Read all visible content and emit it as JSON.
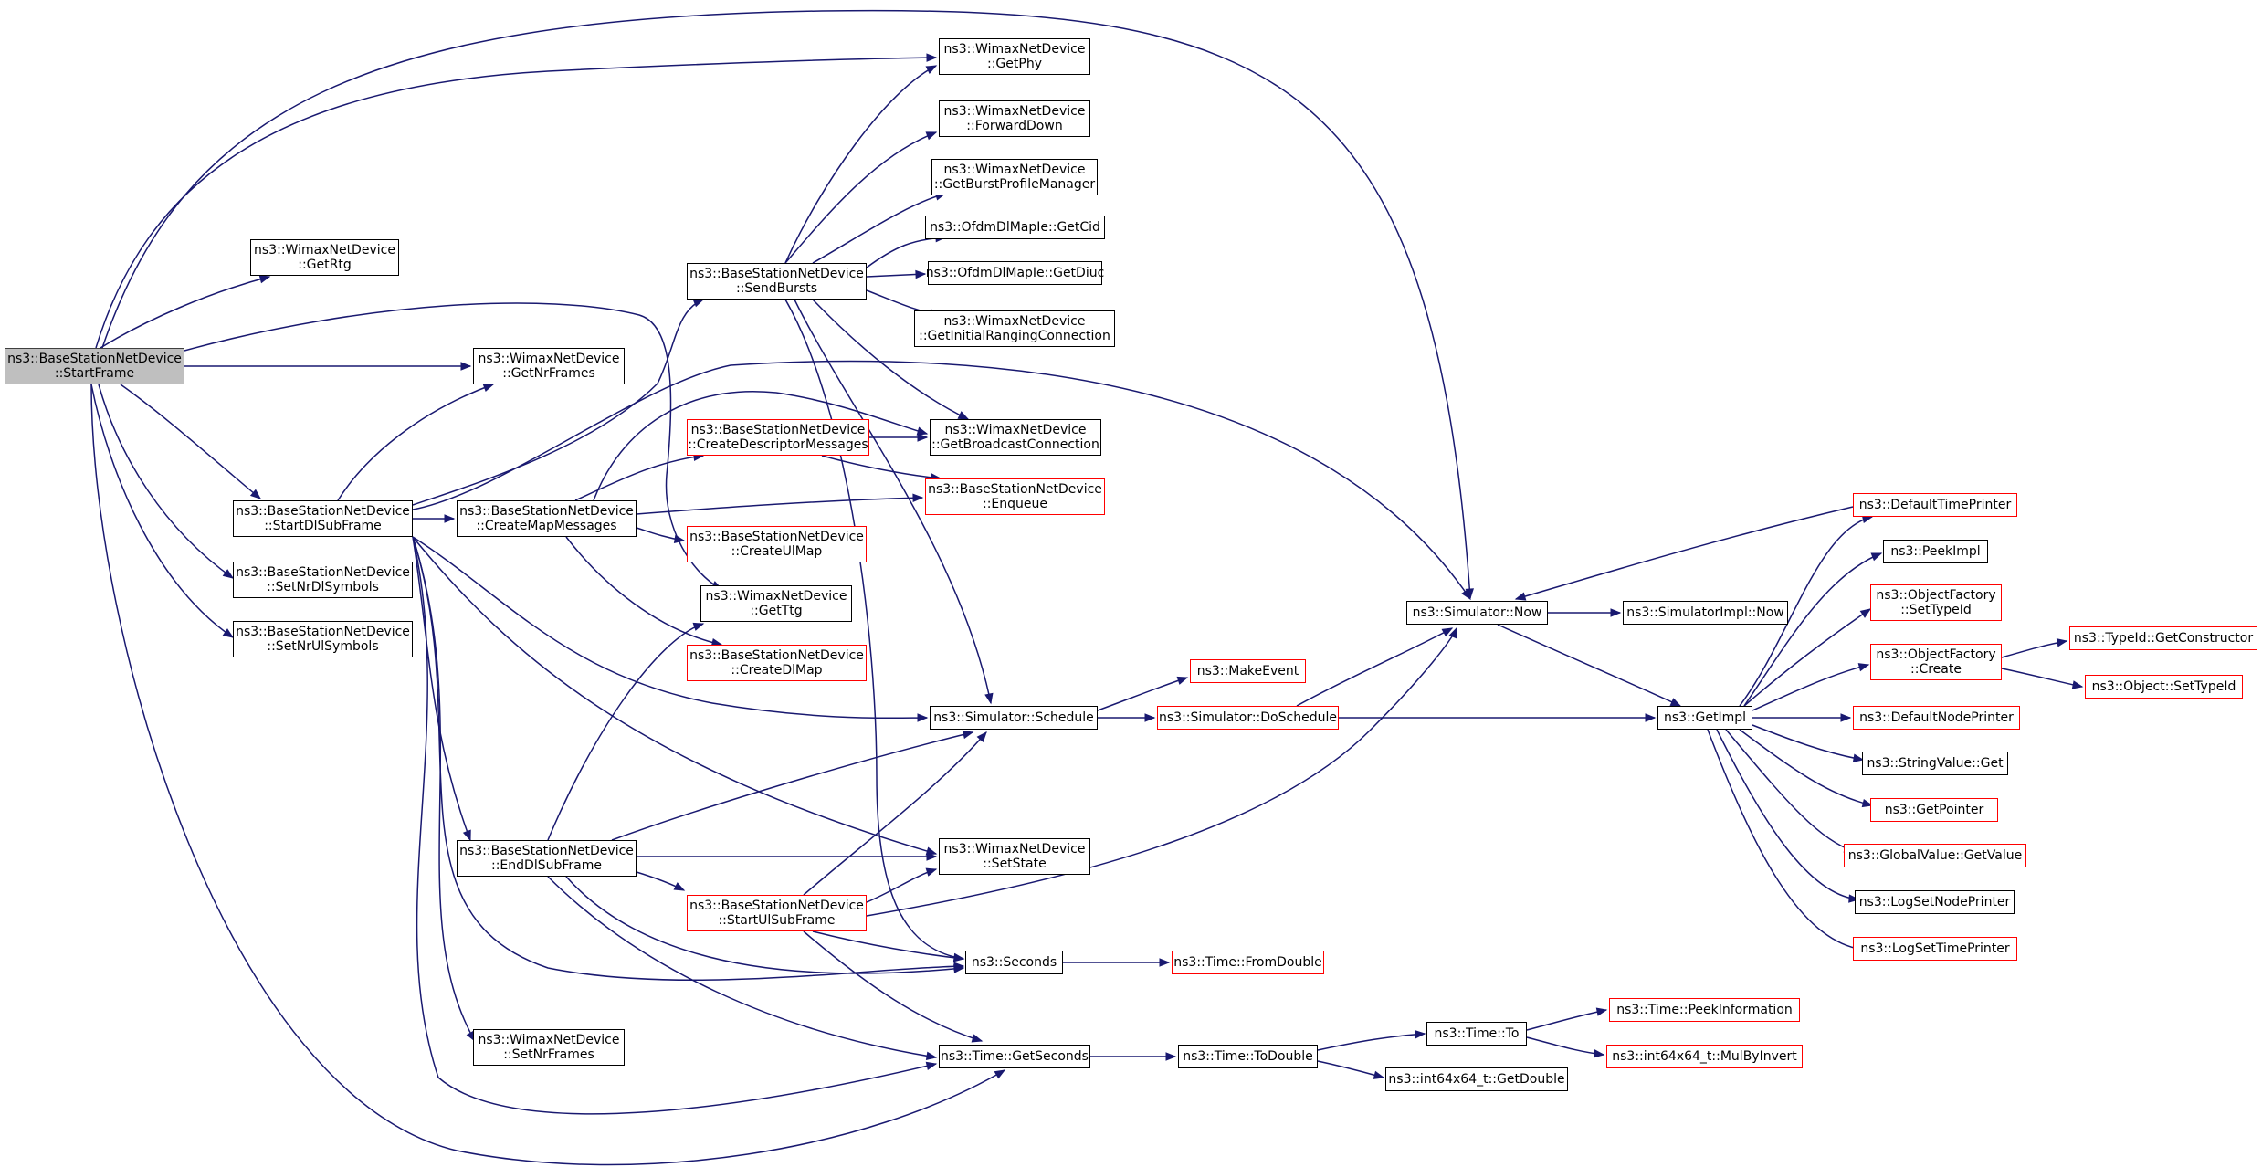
{
  "graph": {
    "edge_color": "#191970",
    "box_border": "#000000",
    "box_border_truncated": "#ff0000",
    "root_fill": "#bfbfbf",
    "nodes": [
      {
        "id": "startframe",
        "lines": [
          "ns3::BaseStationNetDevice",
          "::StartFrame"
        ],
        "style": "root"
      },
      {
        "id": "getrtg",
        "lines": [
          "ns3::WimaxNetDevice",
          "::GetRtg"
        ],
        "style": "normal"
      },
      {
        "id": "getnrframes",
        "lines": [
          "ns3::WimaxNetDevice",
          "::GetNrFrames"
        ],
        "style": "normal"
      },
      {
        "id": "startdl",
        "lines": [
          "ns3::BaseStationNetDevice",
          "::StartDlSubFrame"
        ],
        "style": "normal"
      },
      {
        "id": "setnrdl",
        "lines": [
          "ns3::BaseStationNetDevice",
          "::SetNrDlSymbols"
        ],
        "style": "normal"
      },
      {
        "id": "setnrul",
        "lines": [
          "ns3::BaseStationNetDevice",
          "::SetNrUlSymbols"
        ],
        "style": "normal"
      },
      {
        "id": "sendbursts",
        "lines": [
          "ns3::BaseStationNetDevice",
          "::SendBursts"
        ],
        "style": "normal"
      },
      {
        "id": "createmap",
        "lines": [
          "ns3::BaseStationNetDevice",
          "::CreateMapMessages"
        ],
        "style": "normal"
      },
      {
        "id": "enddl",
        "lines": [
          "ns3::BaseStationNetDevice",
          "::EndDlSubFrame"
        ],
        "style": "normal"
      },
      {
        "id": "setnrframes",
        "lines": [
          "ns3::WimaxNetDevice",
          "::SetNrFrames"
        ],
        "style": "normal"
      },
      {
        "id": "createdesc",
        "lines": [
          "ns3::BaseStationNetDevice",
          "::CreateDescriptorMessages"
        ],
        "style": "red"
      },
      {
        "id": "createulmap",
        "lines": [
          "ns3::BaseStationNetDevice",
          "::CreateUlMap"
        ],
        "style": "red"
      },
      {
        "id": "getttg",
        "lines": [
          "ns3::WimaxNetDevice",
          "::GetTtg"
        ],
        "style": "normal"
      },
      {
        "id": "createdlmap",
        "lines": [
          "ns3::BaseStationNetDevice",
          "::CreateDlMap"
        ],
        "style": "red"
      },
      {
        "id": "startul",
        "lines": [
          "ns3::BaseStationNetDevice",
          "::StartUlSubFrame"
        ],
        "style": "red"
      },
      {
        "id": "getphy",
        "lines": [
          "ns3::WimaxNetDevice",
          "::GetPhy"
        ],
        "style": "normal"
      },
      {
        "id": "forwarddown",
        "lines": [
          "ns3::WimaxNetDevice",
          "::ForwardDown"
        ],
        "style": "normal"
      },
      {
        "id": "getburst",
        "lines": [
          "ns3::WimaxNetDevice",
          "::GetBurstProfileManager"
        ],
        "style": "normal"
      },
      {
        "id": "getcid",
        "lines": [
          "ns3::OfdmDlMapIe::GetCid"
        ],
        "style": "normal"
      },
      {
        "id": "getdiuc",
        "lines": [
          "ns3::OfdmDlMapIe::GetDiuc"
        ],
        "style": "normal"
      },
      {
        "id": "getinitial",
        "lines": [
          "ns3::WimaxNetDevice",
          "::GetInitialRangingConnection"
        ],
        "style": "normal"
      },
      {
        "id": "getbroadcast",
        "lines": [
          "ns3::WimaxNetDevice",
          "::GetBroadcastConnection"
        ],
        "style": "normal"
      },
      {
        "id": "enqueue",
        "lines": [
          "ns3::BaseStationNetDevice",
          "::Enqueue"
        ],
        "style": "red"
      },
      {
        "id": "schedule",
        "lines": [
          "ns3::Simulator::Schedule"
        ],
        "style": "normal"
      },
      {
        "id": "setstate",
        "lines": [
          "ns3::WimaxNetDevice",
          "::SetState"
        ],
        "style": "normal"
      },
      {
        "id": "seconds",
        "lines": [
          "ns3::Seconds"
        ],
        "style": "normal"
      },
      {
        "id": "getseconds",
        "lines": [
          "ns3::Time::GetSeconds"
        ],
        "style": "normal"
      },
      {
        "id": "makeevent",
        "lines": [
          "ns3::MakeEvent"
        ],
        "style": "red"
      },
      {
        "id": "doschedule",
        "lines": [
          "ns3::Simulator::DoSchedule"
        ],
        "style": "red"
      },
      {
        "id": "fromdouble",
        "lines": [
          "ns3::Time::FromDouble"
        ],
        "style": "red"
      },
      {
        "id": "todouble",
        "lines": [
          "ns3::Time::ToDouble"
        ],
        "style": "normal"
      },
      {
        "id": "timeto",
        "lines": [
          "ns3::Time::To"
        ],
        "style": "normal"
      },
      {
        "id": "getdouble",
        "lines": [
          "ns3::int64x64_t::GetDouble"
        ],
        "style": "normal"
      },
      {
        "id": "peekinfo",
        "lines": [
          "ns3::Time::PeekInformation"
        ],
        "style": "red"
      },
      {
        "id": "mulbyinvert",
        "lines": [
          "ns3::int64x64_t::MulByInvert"
        ],
        "style": "red"
      },
      {
        "id": "now",
        "lines": [
          "ns3::Simulator::Now"
        ],
        "style": "normal"
      },
      {
        "id": "implnow",
        "lines": [
          "ns3::SimulatorImpl::Now"
        ],
        "style": "normal"
      },
      {
        "id": "getimpl",
        "lines": [
          "ns3::GetImpl"
        ],
        "style": "normal"
      },
      {
        "id": "deftimeprinter",
        "lines": [
          "ns3::DefaultTimePrinter"
        ],
        "style": "red"
      },
      {
        "id": "peekimpl",
        "lines": [
          "ns3::PeekImpl"
        ],
        "style": "normal"
      },
      {
        "id": "ofsettypeid",
        "lines": [
          "ns3::ObjectFactory",
          "::SetTypeId"
        ],
        "style": "red"
      },
      {
        "id": "ofcreate",
        "lines": [
          "ns3::ObjectFactory",
          "::Create"
        ],
        "style": "red"
      },
      {
        "id": "defnodeprinter",
        "lines": [
          "ns3::DefaultNodePrinter"
        ],
        "style": "red"
      },
      {
        "id": "stringget",
        "lines": [
          "ns3::StringValue::Get"
        ],
        "style": "normal"
      },
      {
        "id": "getpointer",
        "lines": [
          "ns3::GetPointer"
        ],
        "style": "red"
      },
      {
        "id": "gvgetvalue",
        "lines": [
          "ns3::GlobalValue::GetValue"
        ],
        "style": "red"
      },
      {
        "id": "logsetnode",
        "lines": [
          "ns3::LogSetNodePrinter"
        ],
        "style": "normal"
      },
      {
        "id": "logsettime",
        "lines": [
          "ns3::LogSetTimePrinter"
        ],
        "style": "red"
      },
      {
        "id": "getconstructor",
        "lines": [
          "ns3::TypeId::GetConstructor"
        ],
        "style": "red"
      },
      {
        "id": "objsettypeid",
        "lines": [
          "ns3::Object::SetTypeId"
        ],
        "style": "red"
      }
    ]
  }
}
